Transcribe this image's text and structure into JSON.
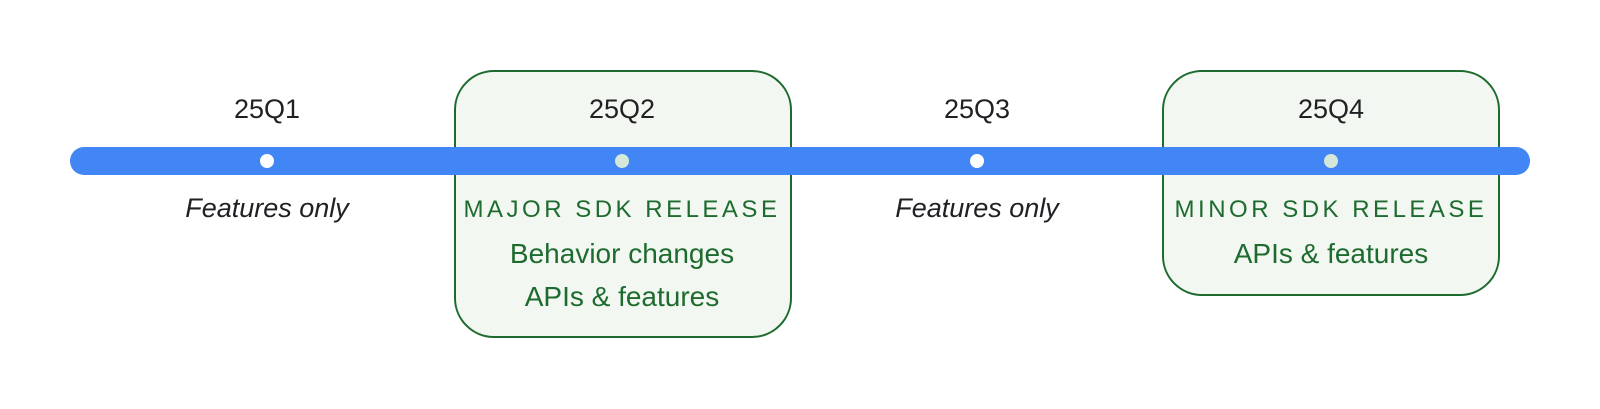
{
  "quarters": [
    {
      "label": "25Q1",
      "note": "Features only"
    },
    {
      "label": "25Q2",
      "release": {
        "title": "MAJOR SDK RELEASE",
        "lines": [
          "Behavior changes",
          "APIs & features"
        ]
      }
    },
    {
      "label": "25Q3",
      "note": "Features only"
    },
    {
      "label": "25Q4",
      "release": {
        "title": "MINOR SDK RELEASE",
        "lines": [
          "APIs & features"
        ]
      }
    }
  ],
  "colors": {
    "timeline": "#4285f4",
    "release_text": "#1e6b2f",
    "release_border": "#1e6b2f",
    "release_background": "#f3f7f1",
    "plain_text": "#202124"
  }
}
